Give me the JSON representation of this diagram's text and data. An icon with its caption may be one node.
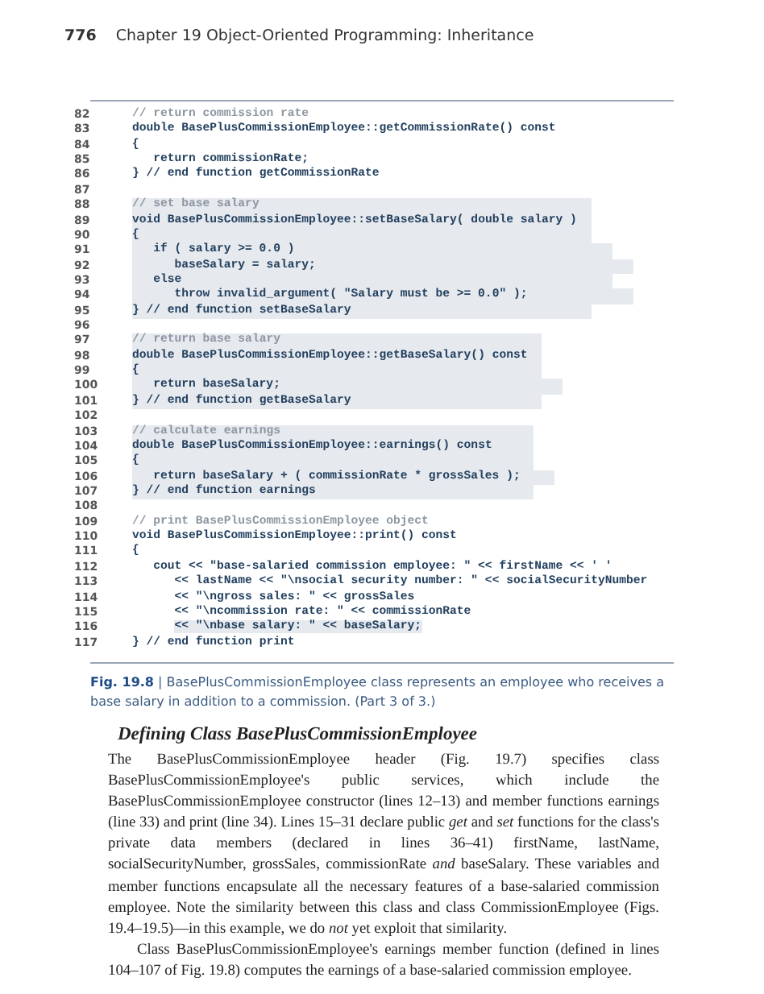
{
  "diagram": {
    "title": "Chapter 19 Object-Oriented Programming: Inheritance",
    "caption": "**Fig. 19.8** | BasePlusCommissionEmployee class represents an employee who receives a base salary in addition to a commission. (Part 3 of 3.)",
    "labels": [
      "776",
      "82",
      "// return commission rate",
      "83",
      "double BasePlusCommissionEmployee::getCommissionRate() const",
      "84",
      "{",
      "85",
      "return commissionRate;",
      "86",
      "} // end function getCommissionRate",
      "87",
      "88",
      "// set base salary",
      "89",
      "void BasePlusCommissionEmployee::setBaseSalary( double salary )",
      "90",
      "{",
      "91",
      "if ( salary >= 0.0 )",
      "92",
      "baseSalary = salary;",
      "93",
      "else",
      "94",
      "throw invalid_argument( \"Salary must be >= 0.0\" );",
      "95",
      "} // end function setBaseSalary",
      "96",
      "97",
      "// return base salary",
      "98",
      "double BasePlusCommissionEmployee::getBaseSalary() const",
      "99",
      "{",
      "100",
      "return baseSalary;",
      "101",
      "} // end function getBaseSalary",
      "102",
      "103",
      "// calculate earnings",
      "104",
      "double BasePlusCommissionEmployee::earnings() const",
      "105",
      "{",
      "106",
      "return baseSalary + ( commissionRate * grossSales );",
      "107",
      "} // end function earnings",
      "108",
      "109",
      "// print BasePlusCommissionEmployee object",
      "110",
      "void BasePlusCommissionEmployee::print() const",
      "111",
      "{",
      "112",
      "cout << \"base-salaried commission employee: \" << firstName << ' '",
      "113",
      "<< lastName << \"\\nsocial security number: \" << socialSecurityNumber",
      "114",
      "<< \"\\ngross sales: \" << grossSales",
      "115",
      "<< \"\\ncommission rate: \" << commissionRate",
      "116",
      "<< \"\\nbase salary: \" << baseSalary;",
      "117",
      "} // end function print",
      "*Defining Class* BasePlusCommissionEmployee",
      "The BasePlusCommissionEmployee header (Fig. 19.7) specifies class BasePlusCommissionEmployee's public services, which include the BasePlusCommissionEmployee constructor (lines 12–13) and member functions earnings (line 33) and print (line 34). Lines 15–31 declare public *get* and *set* functions for the class's private data members (declared in lines 36–41) firstName, lastName, socialSecurityNumber, grossSales, commissionRate *and* baseSalary. These variables and member functions encapsulate all the necessary features of a base-salaried commission employee. Note the similarity between this class and class CommissionEmployee (Figs. 19.4–19.5)—in this example, we do *not* yet exploit that similarity.",
      "Class BasePlusCommissionEmployee's earnings member function (defined in lines 104–107 of Fig. 19.8) computes the earnings of a base-salaried commission employee."
    ]
  }
}
